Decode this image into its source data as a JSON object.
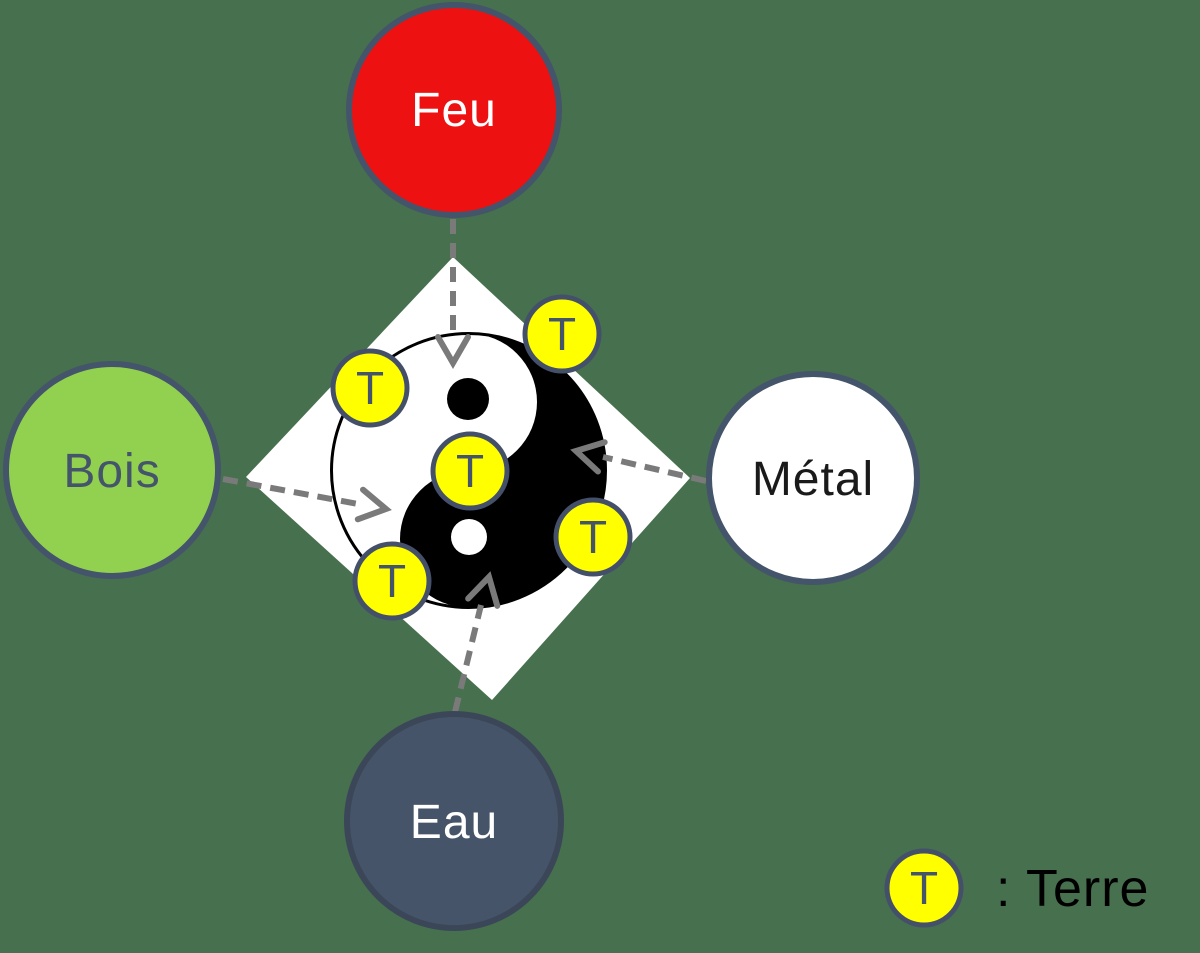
{
  "background_color": "#47704e",
  "nodes": [
    {
      "id": "feu",
      "label": "Feu",
      "fill": "#ee1111",
      "border": "#44546a",
      "text_color": "#ffffff",
      "position": "top"
    },
    {
      "id": "bois",
      "label": "Bois",
      "fill": "#92d050",
      "border": "#44546a",
      "text_color": "#44546a",
      "position": "left"
    },
    {
      "id": "metal",
      "label": "Métal",
      "fill": "#ffffff",
      "border": "#44546a",
      "text_color": "#1a1a1a",
      "position": "right"
    },
    {
      "id": "eau",
      "label": "Eau",
      "fill": "#455468",
      "border": "#3b4759",
      "text_color": "#ffffff",
      "position": "bottom"
    }
  ],
  "center": {
    "shape": "yin-yang on white diamond",
    "diamond_fill": "#ffffff",
    "yin_color": "#000000",
    "yang_color": "#ffffff"
  },
  "terre_markers": {
    "symbol": "T",
    "count": 5,
    "fill": "#ffff00",
    "border": "#44506a",
    "text_color": "#44546a"
  },
  "arrows": {
    "style": "dashed",
    "color": "#7a7a7a",
    "connections": [
      {
        "from": "Feu",
        "to": "center"
      },
      {
        "from": "Bois",
        "to": "center"
      },
      {
        "from": "Métal",
        "to": "center"
      },
      {
        "from": "Eau",
        "to": "center"
      }
    ]
  },
  "legend": {
    "symbol": "T",
    "label": ": Terre",
    "symbol_fill": "#ffff00",
    "symbol_border": "#44506a",
    "text_color": "#000000"
  }
}
